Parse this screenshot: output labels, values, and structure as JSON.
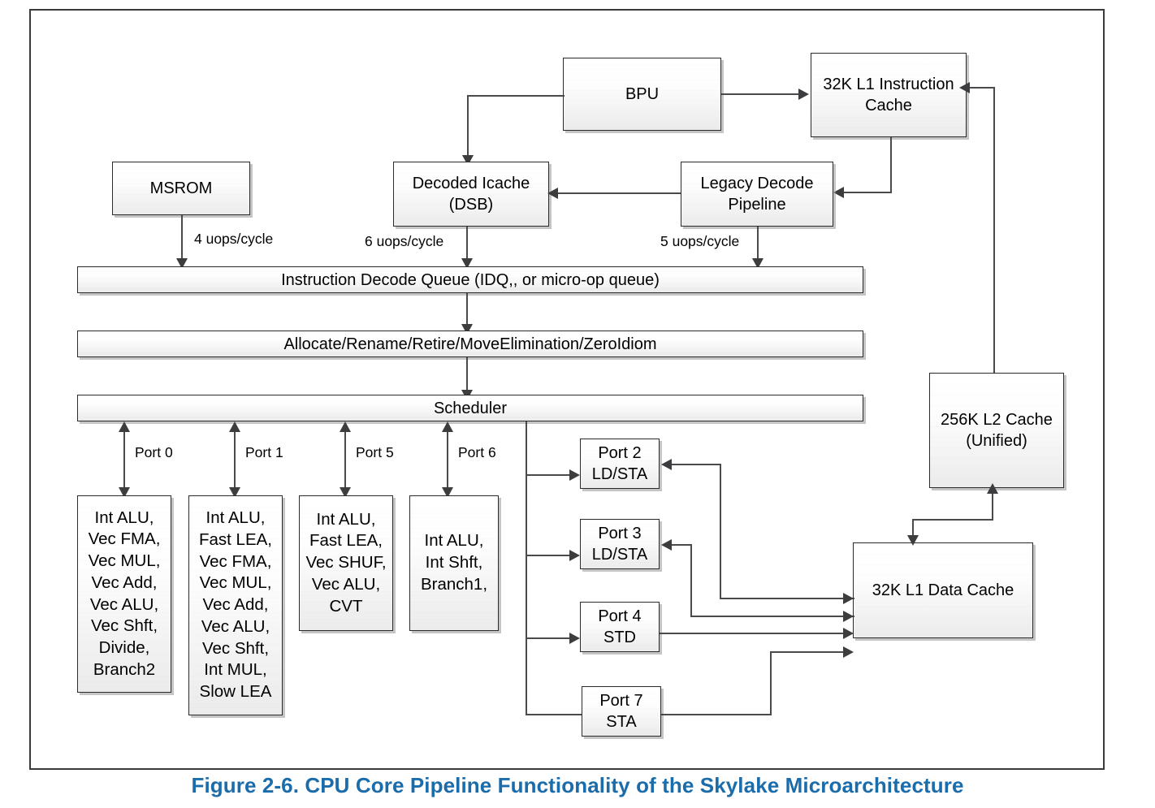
{
  "figure": {
    "caption": "Figure 2-6.  CPU Core Pipeline Functionality of the Skylake Microarchitecture",
    "caption_color": "#1b6cab"
  },
  "front_end": {
    "bpu": "BPU",
    "l1_instruction_cache": "32K L1 Instruction\nCache",
    "msrom": "MSROM",
    "decoded_icache": "Decoded Icache\n(DSB)",
    "legacy_decode": "Legacy Decode\nPipeline",
    "instruction_decode_queue": "Instruction Decode Queue (IDQ,, or micro-op queue)"
  },
  "bandwidth_labels": {
    "msrom_rate": "4 uops/cycle",
    "dsb_rate": "6 uops/cycle",
    "legacy_rate": "5 uops/cycle"
  },
  "out_of_order": {
    "allocate": "Allocate/Rename/Retire/MoveElimination/ZeroIdiom",
    "scheduler": "Scheduler"
  },
  "caches": {
    "l2": "256K L2 Cache\n(Unified)",
    "l1_data": "32K L1 Data Cache"
  },
  "exec_ports": [
    {
      "name": "Port 0",
      "units": "Int ALU,\nVec FMA,\nVec MUL,\nVec Add,\nVec ALU,\nVec Shft,\nDivide,\nBranch2"
    },
    {
      "name": "Port 1",
      "units": "Int ALU,\nFast LEA,\nVec FMA,\nVec MUL,\nVec Add,\nVec ALU,\nVec Shft,\nInt MUL,\nSlow LEA"
    },
    {
      "name": "Port 5",
      "units": "Int ALU,\nFast LEA,\nVec SHUF,\nVec ALU,\nCVT"
    },
    {
      "name": "Port 6",
      "units": "Int ALU,\nInt Shft,\nBranch1,"
    }
  ],
  "memory_ports": [
    {
      "name": "Port 2",
      "units": "Port 2\nLD/STA"
    },
    {
      "name": "Port 3",
      "units": "Port 3\nLD/STA"
    },
    {
      "name": "Port 4",
      "units": "Port 4\nSTD"
    },
    {
      "name": "Port 7",
      "units": "Port 7\nSTA"
    }
  ]
}
